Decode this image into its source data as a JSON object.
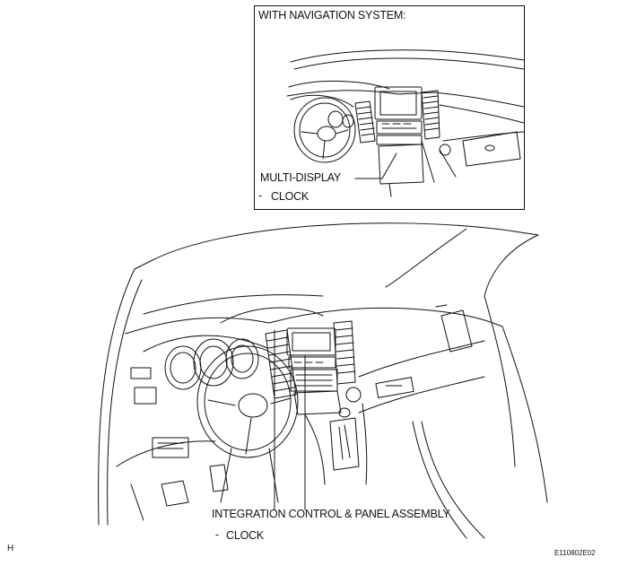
{
  "inset": {
    "title": "WITH NAVIGATION SYSTEM:",
    "callout_label": "MULTI-DISPLAY",
    "sub_item": "CLOCK",
    "sub_dash": "-"
  },
  "main": {
    "callout_label": "INTEGRATION CONTROL & PANEL ASSEMBLY",
    "sub_item": "CLOCK",
    "sub_dash": "-"
  },
  "footer": {
    "left_mark": "H",
    "figure_code": "E110802E02"
  },
  "illustration": {
    "inset_view": "dashboard-with-navigation-multi-display",
    "main_view": "vehicle-interior-dashboard"
  }
}
